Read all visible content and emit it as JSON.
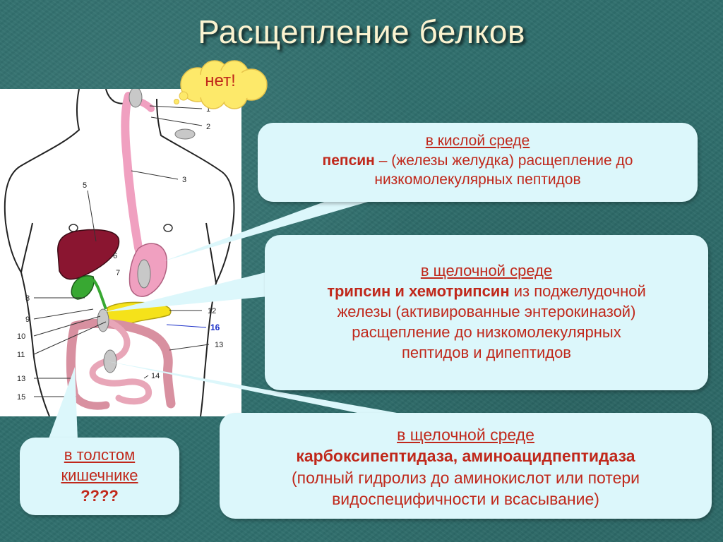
{
  "slide": {
    "title": "Расщепление белков"
  },
  "callout": {
    "text": "нет!"
  },
  "figure_labels": [
    "1",
    "2",
    "3",
    "5",
    "6",
    "7",
    "8",
    "9",
    "10",
    "11",
    "12",
    "13",
    "13",
    "14",
    "15",
    "16"
  ],
  "boxes": {
    "stomach": {
      "medium": "в кислой среде",
      "enzyme": "пепсин",
      "rest_line1": " – (железы желудка) расщепление до",
      "line2": "низкомолекулярных пептидов"
    },
    "pancreas": {
      "medium": "в щелочной среде",
      "enzyme": "трипсин и хемотрипсин",
      "rest_line1": " из поджелудочной",
      "line2": "железы (активированные энтерокиназой)",
      "line3": "расщепление до низкомолекулярных",
      "line4": "пептидов и дипептидов"
    },
    "intestine": {
      "medium": "в щелочной среде",
      "enzyme": "карбоксипептидаза, аминоацидпептидаза",
      "line2": "(полный гидролиз до аминокислот или потери",
      "line3": "видоспецифичности и всасывание)"
    },
    "colon": {
      "line1": "в толстом",
      "line2": "кишечнике",
      "line3": "????"
    }
  },
  "colors": {
    "background": "#2f6f6d",
    "title": "#fbf3d0",
    "box_fill": "#dcf7fb",
    "box_text": "#c0281b",
    "cloud_fill": "#fde96a",
    "liver": "#8a1530",
    "gallbladder": "#38a832",
    "pancreas": "#f5e21a",
    "digestive_tract": "#f0a0c0",
    "intestine": "#d890a0",
    "label_blue": "#1a2fc8"
  }
}
